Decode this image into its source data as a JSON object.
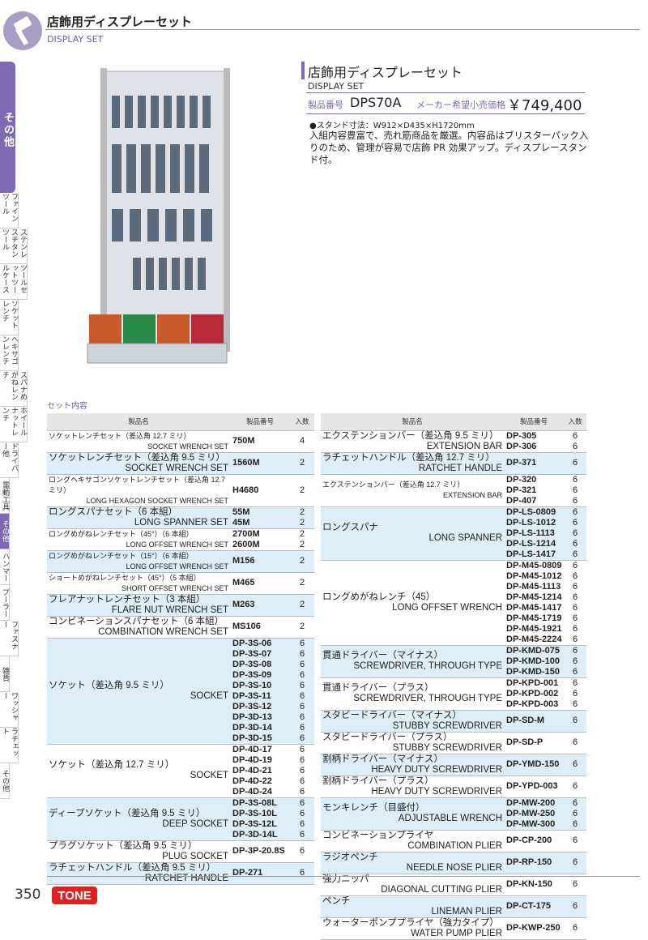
{
  "header": {
    "title": "店飾用ディスプレーセット",
    "subtitle": "DISPLAY SET"
  },
  "sidebar": {
    "main": "その他",
    "tabs": [
      "ファインツール",
      "ステンレスチタンツール",
      "ツールセットツールケース",
      "ソケットレンチ",
      "ヘキサゴンレンチ",
      "スパナめがねレンチ",
      "ホイールナットレンチ",
      "ドライバー他",
      "電動工具",
      "その他",
      "ハンマー",
      "プーラー",
      "ファスナー",
      "雑貨",
      "ワッシャー",
      "ラチェット",
      "その他"
    ]
  },
  "product": {
    "title": "店飾用ディスプレーセット",
    "subtitle": "DISPLAY SET",
    "number_label": "製品番号",
    "number": "DPS70A",
    "price_label": "メーカー希望小売価格",
    "price": "￥749,400",
    "dimensions": "●スタンド寸法：W912×D435×H1720mm",
    "description": "入組内容豊富で、売れ筋商品を厳選。内容品はブリスターパック入りのため、管理が容易で店飾 PR 効果アップ。ディスプレースタンド付。"
  },
  "set_label": "セット内容",
  "table_headers": {
    "name": "製品名",
    "no": "製品番号",
    "qty": "入数"
  },
  "left_table": [
    {
      "jp": "ソケットレンチセット（差込角 12.7 ミリ）",
      "en": "SOCKET WRENCH SET",
      "nos": [
        "750M"
      ],
      "qtys": [
        "4"
      ]
    },
    {
      "jp": "ソケットレンチセット（差込角 9.5 ミリ）",
      "en": "SOCKET WRENCH SET",
      "nos": [
        "1560M"
      ],
      "qtys": [
        "2"
      ]
    },
    {
      "jp": "ロングヘキサゴンソケットレンチセット（差込角 12.7 ミリ）",
      "en": "LONG HEXAGON SOCKET WRENCH SET",
      "nos": [
        "H4680"
      ],
      "qtys": [
        "2"
      ]
    },
    {
      "jp": "ロングスパナセット（6 本組）",
      "en": "LONG SPANNER SET",
      "nos": [
        "55M",
        "45M"
      ],
      "qtys": [
        "2",
        "2"
      ]
    },
    {
      "jp": "ロングめがねレンチセット（45°）（6 本組）",
      "en": "LONG OFFSET WRENCH SET",
      "nos": [
        "2700M",
        "2600M"
      ],
      "qtys": [
        "2",
        "2"
      ]
    },
    {
      "jp": "ロングめがねレンチセット（15°）（6 本組）",
      "en": "LONG OFFSET WRENCH SET",
      "nos": [
        "M156"
      ],
      "qtys": [
        "2"
      ]
    },
    {
      "jp": "ショートめがねレンチセット（45°）（5 本組）",
      "en": "SHORT OFFSET WRENCH SET",
      "nos": [
        "M465"
      ],
      "qtys": [
        "2"
      ]
    },
    {
      "jp": "フレアナットレンチセット（3 本組）",
      "en": "FLARE NUT WRENCH SET",
      "nos": [
        "M263"
      ],
      "qtys": [
        "2"
      ]
    },
    {
      "jp": "コンビネーションスパナセット（6 本組）",
      "en": "COMBINATION WRENCH SET",
      "nos": [
        "MS106"
      ],
      "qtys": [
        "2"
      ]
    },
    {
      "jp": "ソケット（差込角 9.5 ミリ）",
      "en": "SOCKET",
      "nos": [
        "DP-3S-06",
        "DP-3S-07",
        "DP-3S-08",
        "DP-3S-09",
        "DP-3S-10",
        "DP-3S-11",
        "DP-3S-12",
        "DP-3D-13",
        "DP-3D-14",
        "DP-3D-15"
      ],
      "qtys": [
        "6",
        "6",
        "6",
        "6",
        "6",
        "6",
        "6",
        "6",
        "6",
        "6"
      ]
    },
    {
      "jp": "ソケット（差込角 12.7 ミリ）",
      "en": "SOCKET",
      "nos": [
        "DP-4D-17",
        "DP-4D-19",
        "DP-4D-21",
        "DP-4D-22",
        "DP-4D-24"
      ],
      "qtys": [
        "6",
        "6",
        "6",
        "6",
        "6"
      ]
    },
    {
      "jp": "ディープソケット（差込角 9.5 ミリ）",
      "en": "DEEP SOCKET",
      "nos": [
        "DP-3S-08L",
        "DP-3S-10L",
        "DP-3S-12L",
        "DP-3D-14L"
      ],
      "qtys": [
        "6",
        "6",
        "6",
        "6"
      ]
    },
    {
      "jp": "プラグソケット（差込角 9.5 ミリ）",
      "en": "PLUG SOCKET",
      "nos": [
        "DP-3P-20.8S"
      ],
      "qtys": [
        "6"
      ]
    },
    {
      "jp": "ラチェットハンドル（差込角 9.5 ミリ）",
      "en": "RATCHET HANDLE",
      "nos": [
        "DP-271"
      ],
      "qtys": [
        "6"
      ]
    }
  ],
  "right_table": [
    {
      "jp": "エクステンションバー（差込角 9.5 ミリ）",
      "en": "EXTENSION BAR",
      "nos": [
        "DP-305",
        "DP-306"
      ],
      "qtys": [
        "6",
        "6"
      ]
    },
    {
      "jp": "ラチェットハンドル（差込角 12.7 ミリ）",
      "en": "RATCHET HANDLE",
      "nos": [
        "DP-371"
      ],
      "qtys": [
        "6"
      ]
    },
    {
      "jp": "エクステンションバー（差込角 12.7 ミリ）",
      "en": "EXTENSION BAR",
      "nos": [
        "DP-320",
        "DP-321",
        "DP-407"
      ],
      "qtys": [
        "6",
        "6",
        "6"
      ]
    },
    {
      "jp": "ロングスパナ",
      "en": "LONG SPANNER",
      "nos": [
        "DP-LS-0809",
        "DP-LS-1012",
        "DP-LS-1113",
        "DP-LS-1214",
        "DP-LS-1417"
      ],
      "qtys": [
        "6",
        "6",
        "6",
        "6",
        "6"
      ]
    },
    {
      "jp": "ロングめがねレンチ（45）",
      "en": "LONG OFFSET WRENCH",
      "nos": [
        "DP-M45-0809",
        "DP-M45-1012",
        "DP-M45-1113",
        "DP-M45-1214",
        "DP-M45-1417",
        "DP-M45-1719",
        "DP-M45-1921",
        "DP-M45-2224"
      ],
      "qtys": [
        "6",
        "6",
        "6",
        "6",
        "6",
        "6",
        "6",
        "6"
      ]
    },
    {
      "jp": "貫通ドライバー（マイナス）",
      "en": "SCREWDRIVER, THROUGH TYPE",
      "nos": [
        "DP-KMD-075",
        "DP-KMD-100",
        "DP-KMD-150"
      ],
      "qtys": [
        "6",
        "6",
        "6"
      ]
    },
    {
      "jp": "貫通ドライバー（プラス）",
      "en": "SCREWDRIVER, THROUGH TYPE",
      "nos": [
        "DP-KPD-001",
        "DP-KPD-002",
        "DP-KPD-003"
      ],
      "qtys": [
        "6",
        "6",
        "6"
      ]
    },
    {
      "jp": "スタビードライバー（マイナス）",
      "en": "STUBBY SCREWDRIVER",
      "nos": [
        "DP-SD-M"
      ],
      "qtys": [
        "6"
      ]
    },
    {
      "jp": "スタビードライバー（プラス）",
      "en": "STUBBY SCREWDRIVER",
      "nos": [
        "DP-SD-P"
      ],
      "qtys": [
        "6"
      ]
    },
    {
      "jp": "割柄ドライバー（マイナス）",
      "en": "HEAVY DUTY SCREWDRIVER",
      "nos": [
        "DP-YMD-150"
      ],
      "qtys": [
        "6"
      ]
    },
    {
      "jp": "割柄ドライバー（プラス）",
      "en": "HEAVY DUTY SCREWDRIVER",
      "nos": [
        "DP-YPD-003"
      ],
      "qtys": [
        "6"
      ]
    },
    {
      "jp": "モンキレンチ（目盛付）",
      "en": "ADJUSTABLE WRENCH",
      "nos": [
        "DP-MW-200",
        "DP-MW-250",
        "DP-MW-300"
      ],
      "qtys": [
        "6",
        "6",
        "6"
      ]
    },
    {
      "jp": "コンビネーションプライヤ",
      "en": "COMBINATION PLIER",
      "nos": [
        "DP-CP-200"
      ],
      "qtys": [
        "6"
      ]
    },
    {
      "jp": "ラジオペンチ",
      "en": "NEEDLE NOSE PLIER",
      "nos": [
        "DP-RP-150"
      ],
      "qtys": [
        "6"
      ]
    },
    {
      "jp": "強力ニッパ",
      "en": "DIAGONAL CUTTING PLIER",
      "nos": [
        "DP-KN-150"
      ],
      "qtys": [
        "6"
      ]
    },
    {
      "jp": "ペンチ",
      "en": "LINEMAN PLIER",
      "nos": [
        "DP-CT-175"
      ],
      "qtys": [
        "6"
      ]
    },
    {
      "jp": "ウォーターポンププライヤ（強力タイプ）",
      "en": "WATER PUMP PLIER",
      "nos": [
        "DP-KWP-250"
      ],
      "qtys": [
        "6"
      ]
    }
  ],
  "footer": {
    "page": "350",
    "logo": "TONE"
  }
}
